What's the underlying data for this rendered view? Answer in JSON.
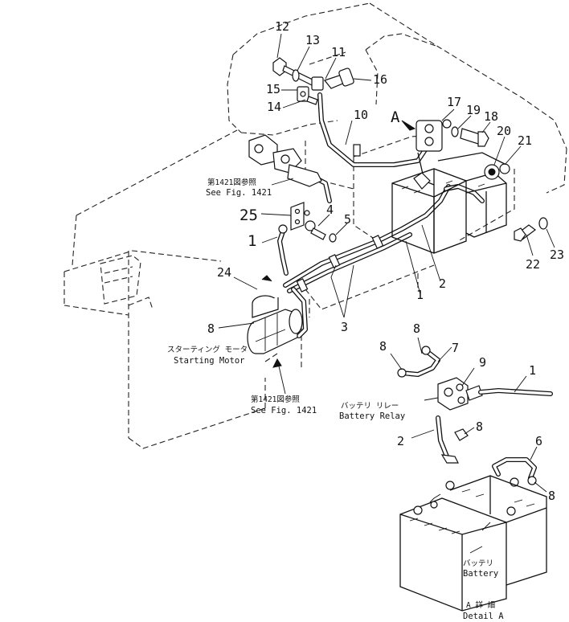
{
  "callouts": {
    "n1": "1",
    "n2": "2",
    "n3": "3",
    "n4": "4",
    "n5": "5",
    "n6": "6",
    "n7": "7",
    "n8": "8",
    "n9": "9",
    "n10": "10",
    "n11": "11",
    "n12": "12",
    "n13": "13",
    "n14": "14",
    "n15": "15",
    "n16": "16",
    "n17": "17",
    "n18": "18",
    "n19": "19",
    "n20": "20",
    "n21": "21",
    "n22": "22",
    "n23": "23",
    "n24": "24",
    "n25": "25",
    "view_a": "A"
  },
  "notes": {
    "see_fig_jp": "第1421図参照",
    "see_fig_en": "See Fig. 1421",
    "starting_motor_jp": "スターティング モータ",
    "starting_motor_en": "Starting Motor",
    "battery_relay_jp": "バッテリ リレー",
    "battery_relay_en": "Battery Relay",
    "battery_jp": "バッテリ",
    "battery_en": "Battery",
    "detail_jp": "A 詳 細",
    "detail_en": "Detail A"
  }
}
